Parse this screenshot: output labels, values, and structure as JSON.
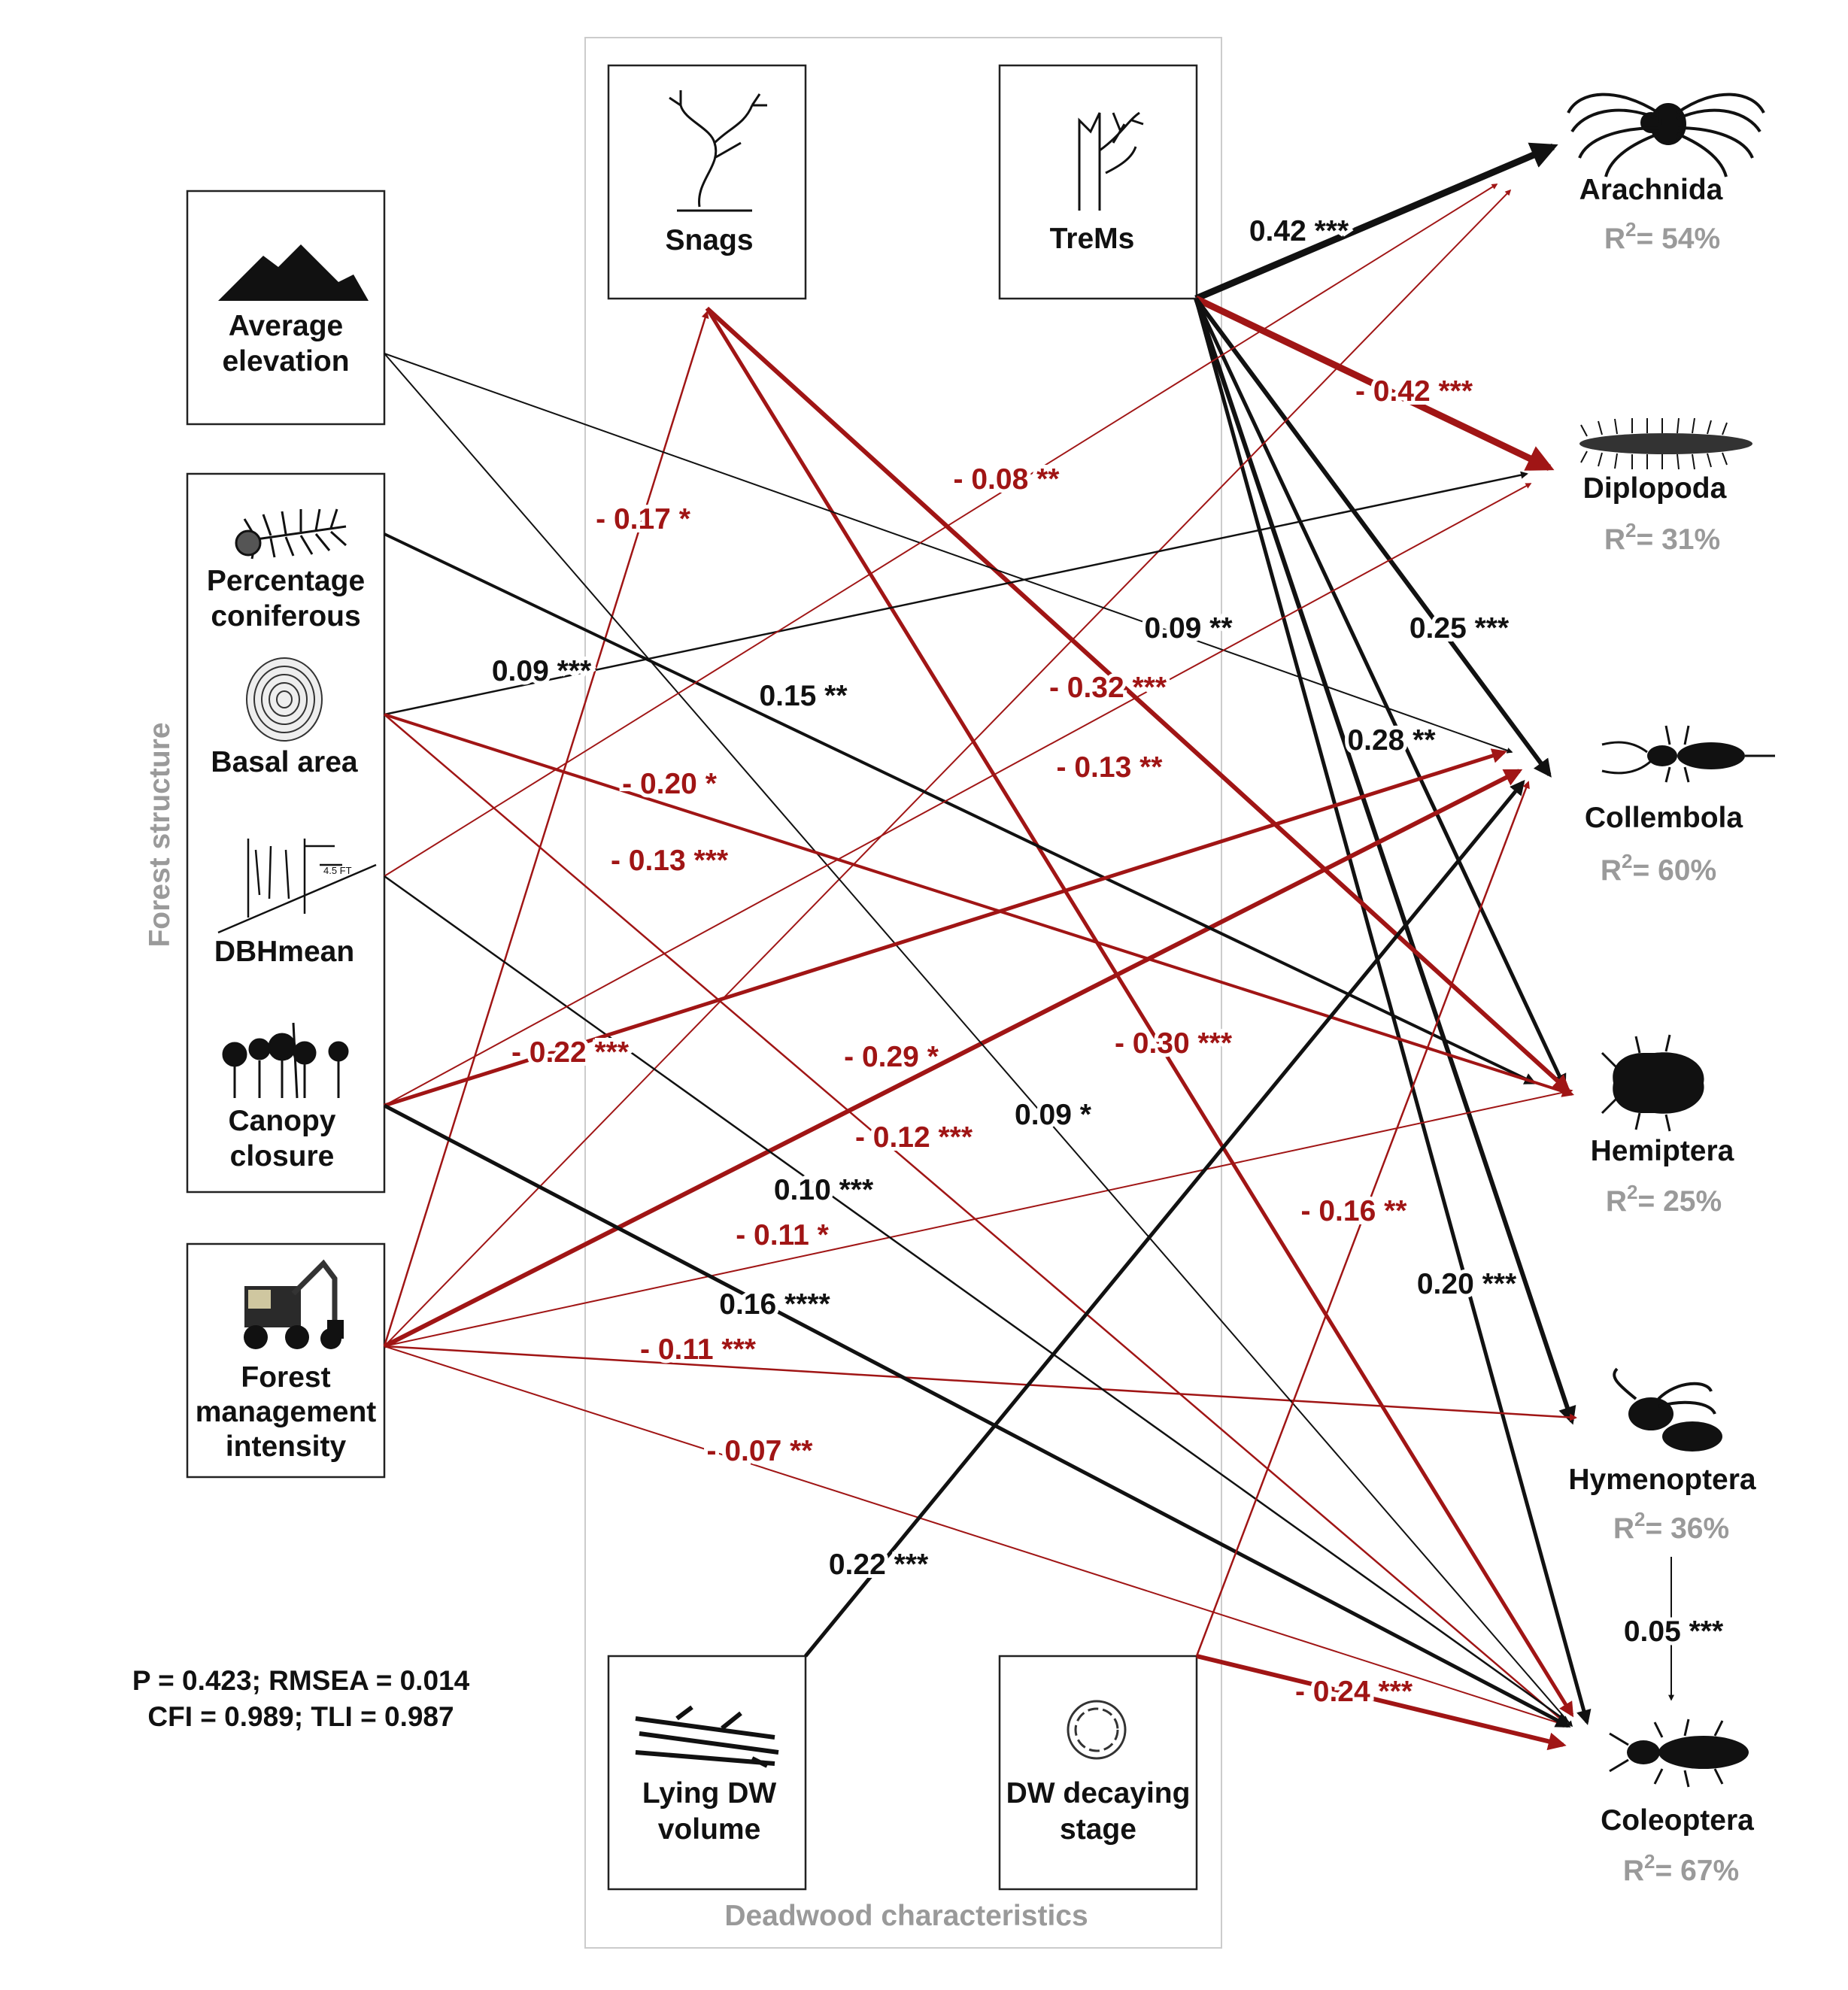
{
  "colors": {
    "positive": "#111111",
    "negative": "#a01515",
    "group_label": "#9a9a9a",
    "box_border": "#222222",
    "panel_border": "#cccccc"
  },
  "groups": {
    "forest_structure": "Forest structure",
    "deadwood": "Deadwood characteristics"
  },
  "nodes": {
    "elevation": {
      "lines": [
        "Average",
        "elevation"
      ],
      "icon": "mountain-icon"
    },
    "coniferous": {
      "lines": [
        "Percentage",
        "coniferous"
      ],
      "icon": "pine-branch-icon"
    },
    "basal": {
      "lines": [
        "Basal area"
      ],
      "icon": "tree-rings-icon"
    },
    "dbh": {
      "lines": [
        "DBHmean"
      ],
      "icon": "tree-trunk-icon"
    },
    "canopy": {
      "lines": [
        "Canopy",
        "closure"
      ],
      "icon": "trees-icon"
    },
    "fmi": {
      "lines": [
        "Forest",
        "management",
        "intensity"
      ],
      "icon": "harvester-icon"
    },
    "snags": {
      "lines": [
        "Snags"
      ],
      "icon": "dead-tree-icon"
    },
    "trems": {
      "lines": [
        "TreMs"
      ],
      "icon": "broken-trunk-icon"
    },
    "lying": {
      "lines": [
        "Lying DW",
        "volume"
      ],
      "icon": "logs-icon"
    },
    "decay": {
      "lines": [
        "DW decaying",
        "stage"
      ],
      "icon": "decay-circle-icon"
    },
    "arachnida": {
      "name": "Arachnida",
      "r2": "= 54%",
      "icon": "spider-icon"
    },
    "diplopoda": {
      "name": "Diplopoda",
      "r2": "= 31%",
      "icon": "millipede-icon"
    },
    "collembola": {
      "name": "Collembola",
      "r2": "= 60%",
      "icon": "springtail-icon"
    },
    "hemiptera": {
      "name": "Hemiptera",
      "r2": "= 25%",
      "icon": "bug-icon"
    },
    "hymenoptera": {
      "name": "Hymenoptera",
      "r2": "= 36%",
      "icon": "wasp-icon"
    },
    "coleoptera": {
      "name": "Coleoptera",
      "r2": "= 67%",
      "icon": "beetle-icon"
    }
  },
  "r2_prefix": "R",
  "r2_sup": "2",
  "paths": [
    {
      "from": "trems",
      "to": "arachnida",
      "label": "0.42 ***",
      "sign": "positive"
    },
    {
      "from": "trems",
      "to": "diplopoda",
      "label": "- 0.42 ***",
      "sign": "negative"
    },
    {
      "from": "trems",
      "to": "collembola",
      "label": "0.25 ***",
      "sign": "positive"
    },
    {
      "from": "trems",
      "to": "hemiptera",
      "label": "0.28 **",
      "sign": "positive"
    },
    {
      "from": "trems",
      "to": "hymenoptera",
      "label": "0.20 ***",
      "sign": "positive"
    },
    {
      "from": "trems",
      "to": "coleoptera",
      "label": "",
      "sign": "positive"
    },
    {
      "from": "snags",
      "to": "coleoptera",
      "label": "- 0.30 ***",
      "sign": "negative"
    },
    {
      "from": "snags",
      "to": "hemiptera",
      "label": "- 0.32 ***",
      "sign": "negative"
    },
    {
      "from": "fmi",
      "to": "snags",
      "label": "- 0.17 *",
      "sign": "negative"
    },
    {
      "from": "fmi",
      "to": "arachnida",
      "label": "- 0.08 **",
      "sign": "negative"
    },
    {
      "from": "fmi",
      "to": "collembola",
      "label": "- 0.29 *",
      "sign": "negative"
    },
    {
      "from": "fmi",
      "to": "hemiptera",
      "label": "- 0.11 *",
      "sign": "negative"
    },
    {
      "from": "fmi",
      "to": "hymenoptera",
      "label": "- 0.11 ***",
      "sign": "negative"
    },
    {
      "from": "fmi",
      "to": "coleoptera",
      "label": "- 0.07 **",
      "sign": "negative"
    },
    {
      "from": "elevation",
      "to": "collembola",
      "label": "0.09 **",
      "sign": "positive"
    },
    {
      "from": "elevation",
      "to": "coleoptera",
      "label": "0.09 *",
      "sign": "positive"
    },
    {
      "from": "coniferous",
      "to": "hemiptera",
      "label": "0.15 **",
      "sign": "positive"
    },
    {
      "from": "basal",
      "to": "diplopoda",
      "label": "0.09 ***",
      "sign": "positive"
    },
    {
      "from": "basal",
      "to": "hemiptera",
      "label": "- 0.20 *",
      "sign": "negative"
    },
    {
      "from": "basal",
      "to": "coleoptera",
      "label": "- 0.13 ***",
      "sign": "negative"
    },
    {
      "from": "dbh",
      "to": "arachnida",
      "label": "",
      "sign": "negative"
    },
    {
      "from": "dbh",
      "to": "coleoptera",
      "label": "0.10 ***",
      "sign": "positive"
    },
    {
      "from": "canopy",
      "to": "collembola",
      "label": "- 0.22 ***",
      "sign": "negative"
    },
    {
      "from": "canopy",
      "to": "diplopoda",
      "label": "- 0.13 **",
      "sign": "negative"
    },
    {
      "from": "canopy",
      "to": "coleoptera",
      "label": "0.16 ****",
      "sign": "positive"
    },
    {
      "from": "basal",
      "to": "coleoptera2",
      "label": "- 0.12 ***",
      "sign": "negative"
    },
    {
      "from": "lying",
      "to": "collembola",
      "label": "0.22 ***",
      "sign": "positive"
    },
    {
      "from": "decay",
      "to": "collembola",
      "label": "- 0.16 **",
      "sign": "negative"
    },
    {
      "from": "decay",
      "to": "coleoptera",
      "label": "- 0.24 ***",
      "sign": "negative"
    },
    {
      "from": "hymenoptera",
      "to": "coleoptera",
      "label": "0.05 ***",
      "sign": "positive"
    }
  ],
  "fit_stats": [
    "P = 0.423; RMSEA = 0.014",
    "CFI = 0.989; TLI = 0.987"
  ]
}
